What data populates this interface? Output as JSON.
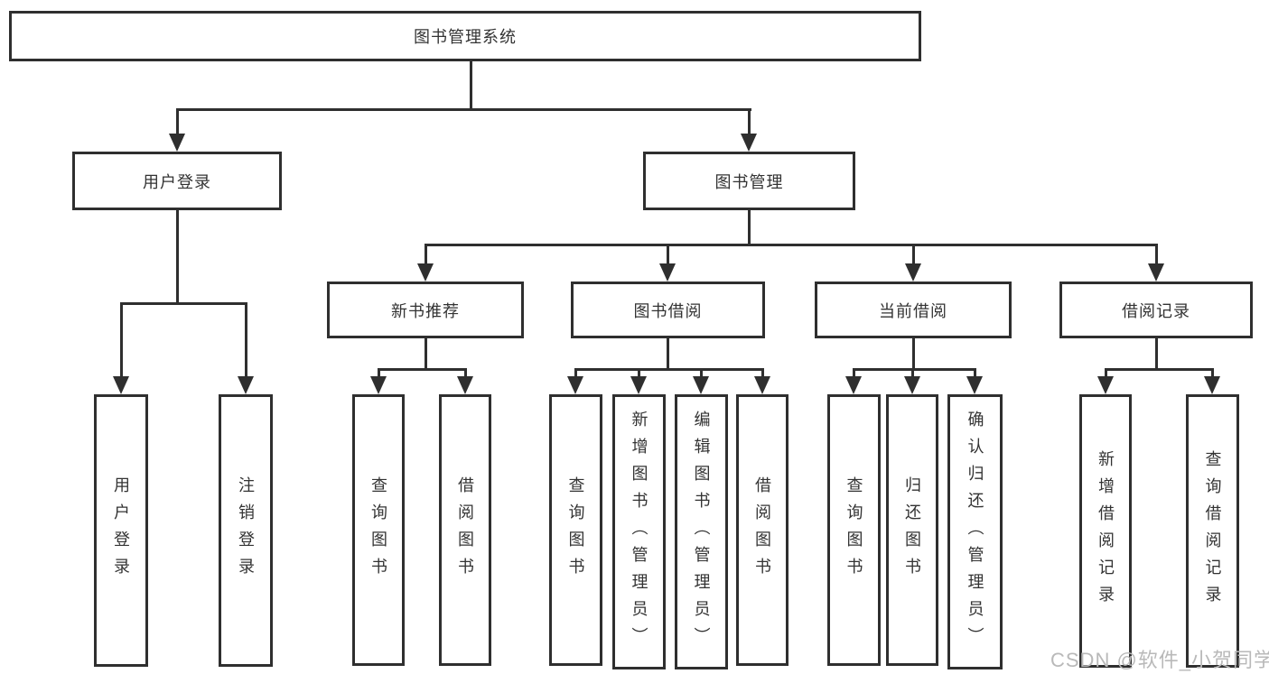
{
  "tree": {
    "label": "图书管理系统",
    "children": [
      {
        "label": "用户登录",
        "children": [
          {
            "label": "用户登录"
          },
          {
            "label": "注销登录"
          }
        ]
      },
      {
        "label": "图书管理",
        "children": [
          {
            "label": "新书推荐",
            "children": [
              {
                "label": "查询图书"
              },
              {
                "label": "借阅图书"
              }
            ]
          },
          {
            "label": "图书借阅",
            "children": [
              {
                "label": "查询图书"
              },
              {
                "label": "新增图书（管理员）"
              },
              {
                "label": "编辑图书（管理员）"
              },
              {
                "label": "借阅图书"
              }
            ]
          },
          {
            "label": "当前借阅",
            "children": [
              {
                "label": "查询图书"
              },
              {
                "label": "归还图书"
              },
              {
                "label": "确认归还（管理员）"
              }
            ]
          },
          {
            "label": "借阅记录",
            "children": [
              {
                "label": "新增借阅记录"
              },
              {
                "label": "查询借阅记录"
              }
            ]
          }
        ]
      }
    ]
  },
  "watermark": {
    "text": "CSDN @软件_小贺同学"
  },
  "colors": {
    "line": "#2f2f2f",
    "text": "#333333",
    "watermark": "#b9b9b9",
    "background": "#ffffff"
  }
}
